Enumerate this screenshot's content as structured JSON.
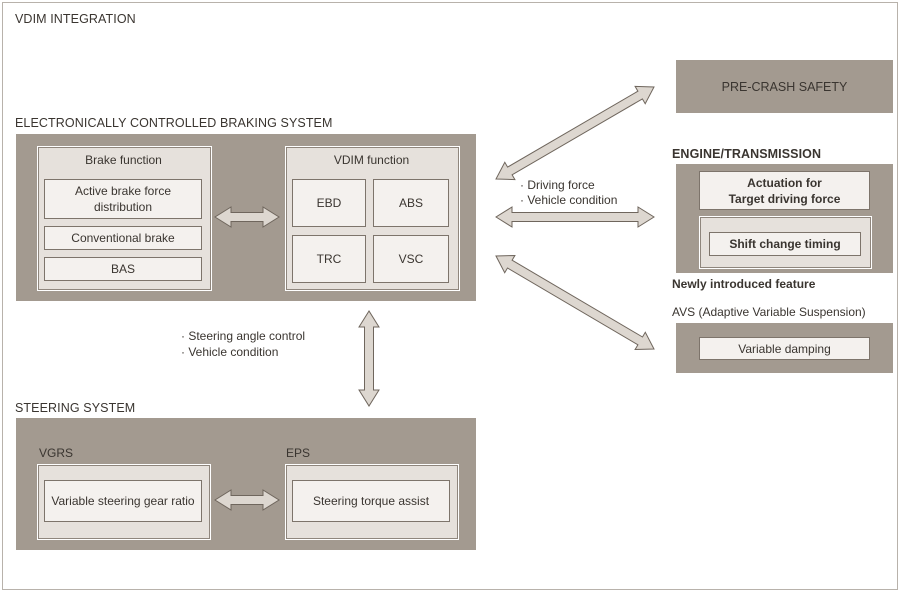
{
  "title": "VDIM INTEGRATION",
  "braking": {
    "header": "ELECTRONICALLY CONTROLLED BRAKING SYSTEM",
    "brake_function": {
      "title": "Brake function",
      "items": [
        "Active brake force\ndistribution",
        "Conventional brake",
        "BAS"
      ]
    },
    "vdim_function": {
      "title": "VDIM function",
      "items": [
        "EBD",
        "ABS",
        "TRC",
        "VSC"
      ]
    }
  },
  "steering_notes": [
    "· Steering angle control",
    "· Vehicle condition"
  ],
  "driving_notes": [
    "· Driving force",
    "· Vehicle condition"
  ],
  "steering": {
    "header": "STEERING SYSTEM",
    "vgrs": {
      "label": "VGRS",
      "item": "Variable steering gear ratio"
    },
    "eps": {
      "label": "EPS",
      "item": "Steering torque assist"
    }
  },
  "precrash": {
    "label": "PRE-CRASH SAFETY"
  },
  "engine": {
    "header": "ENGINE/TRANSMISSION",
    "items": [
      "Actuation for\nTarget driving force",
      "Shift change timing"
    ],
    "note": "Newly introduced feature"
  },
  "avs": {
    "header": "AVS (Adaptive Variable Suspension)",
    "item": "Variable damping"
  },
  "colors": {
    "dark_panel": "#a39a90",
    "light_panel": "#e6e1dc",
    "arrow_fill": "#ddd7d0",
    "arrow_stroke": "#6f665d"
  }
}
